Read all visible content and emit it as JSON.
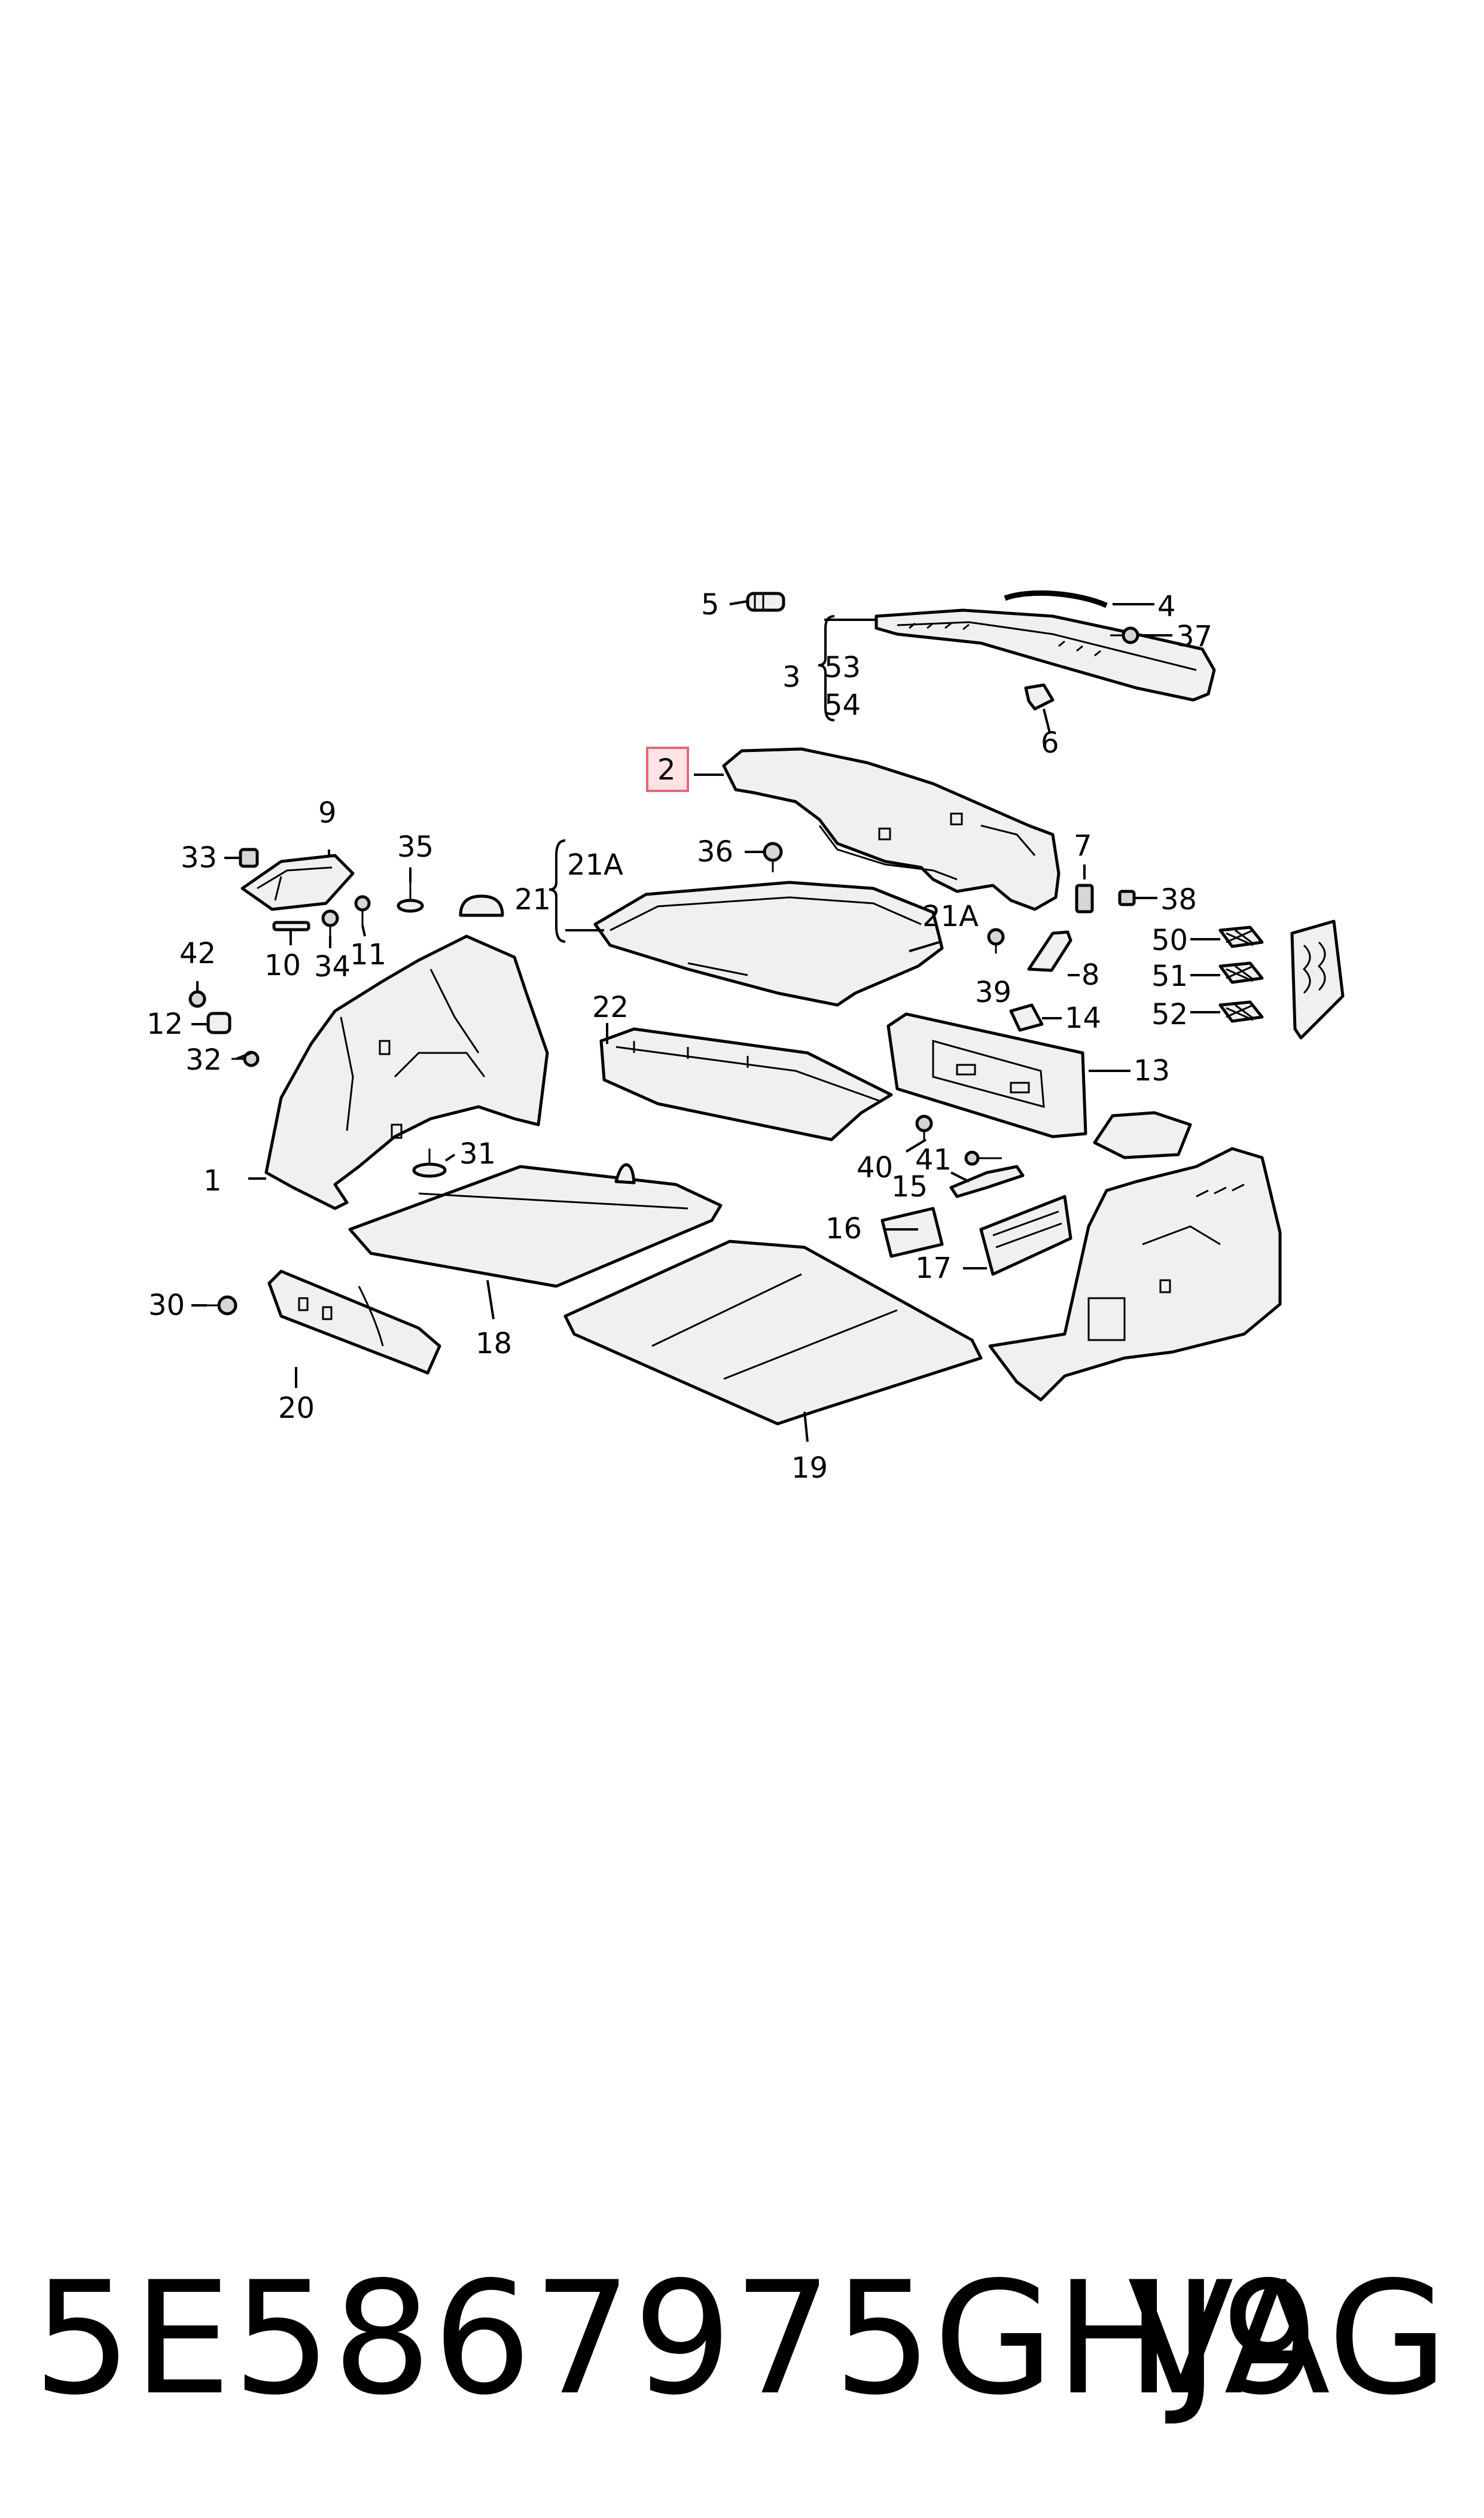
{
  "diagram": {
    "callouts": [
      "1",
      "2",
      "3",
      "4",
      "5",
      "6",
      "7",
      "8",
      "9",
      "10",
      "11",
      "12",
      "14",
      "15",
      "16",
      "17",
      "18",
      "19",
      "20",
      "21",
      "21A",
      "21A",
      "22",
      "13",
      "30",
      "31",
      "32",
      "33",
      "34",
      "35",
      "36",
      "37",
      "38",
      "39",
      "40",
      "41",
      "42",
      "50",
      "51",
      "52",
      "53",
      "54"
    ],
    "highlighted_callout": "2",
    "highlight_color": "#e06a7a"
  },
  "footer": {
    "part_number": "5E5867975GHJ9",
    "brand": "VAG"
  }
}
